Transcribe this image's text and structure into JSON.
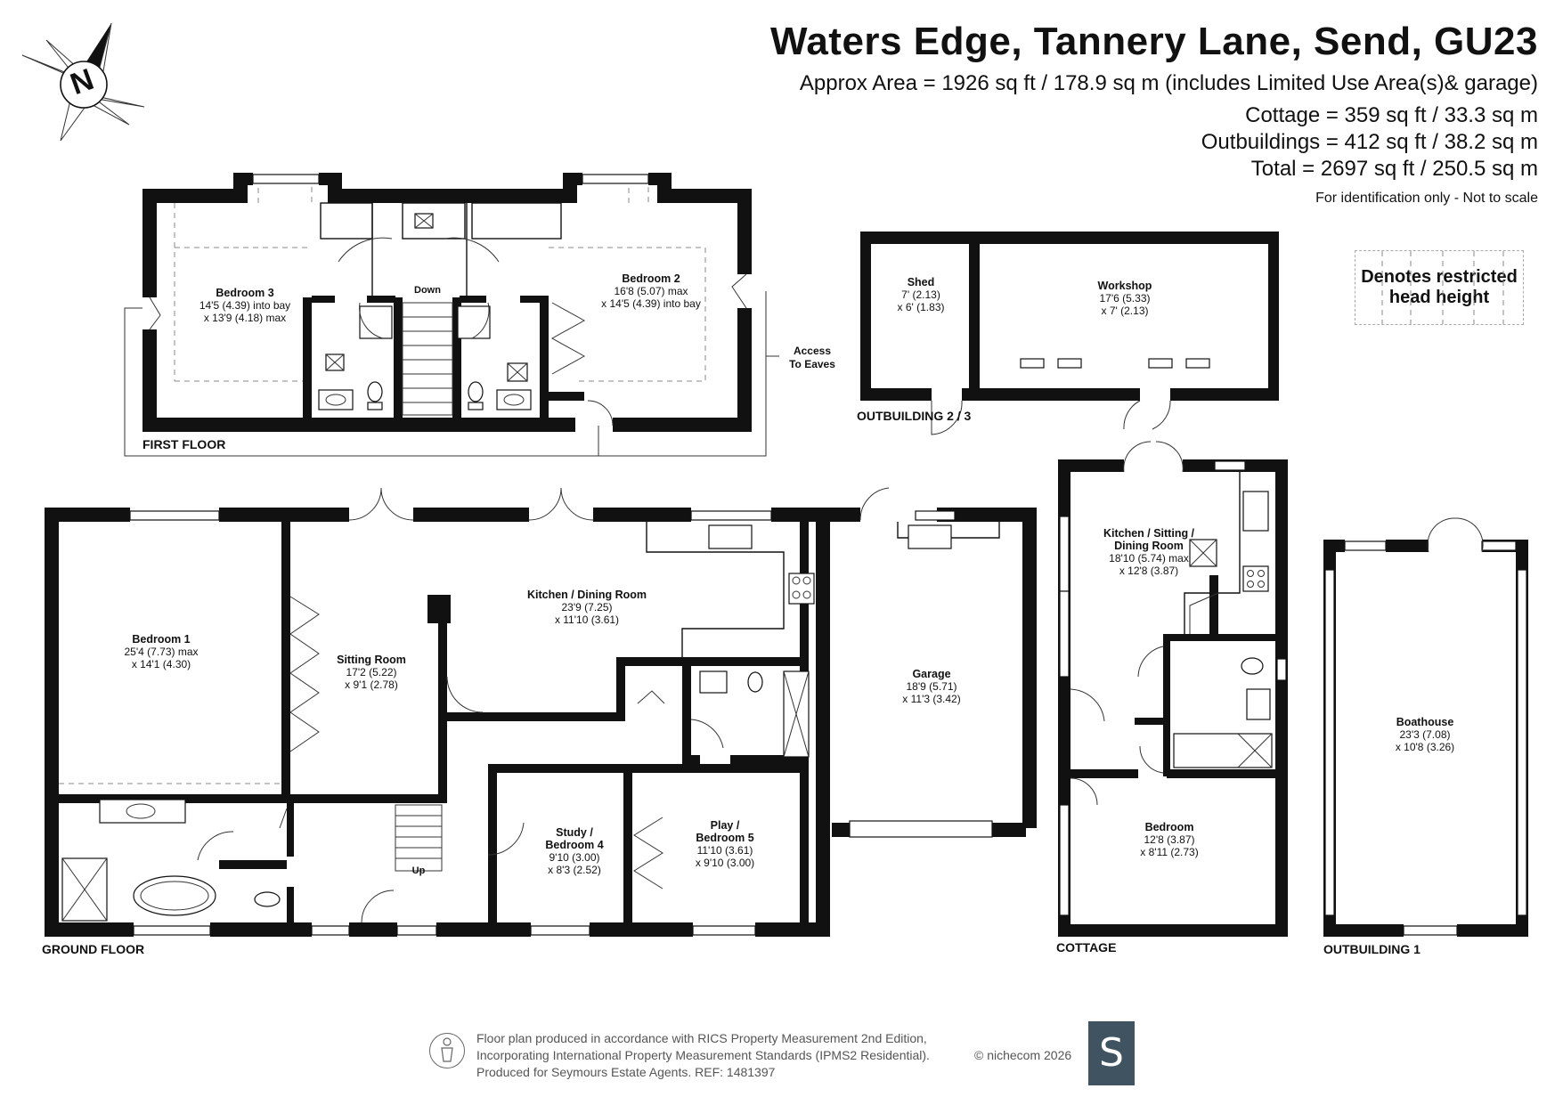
{
  "header": {
    "title": "Waters Edge, Tannery Lane, Send, GU23",
    "approx_area": "Approx Area = 1926 sq ft / 178.9 sq m (includes Limited Use Area(s)& garage)",
    "cottage": "Cottage = 359 sq ft / 33.3 sq m",
    "outbuildings": "Outbuildings = 412 sq ft / 38.2 sq m",
    "total": "Total = 2697 sq ft / 250.5 sq m",
    "disclaimer": "For identification only - Not to scale"
  },
  "compass": {
    "label": "N"
  },
  "legend": {
    "line1": "Denotes restricted",
    "line2": "head height"
  },
  "floors": {
    "first": "FIRST FLOOR",
    "ground": "GROUND FLOOR",
    "outbuilding23": "OUTBUILDING 2 / 3",
    "cottage": "COTTAGE",
    "outbuilding1": "OUTBUILDING 1"
  },
  "labels": {
    "down": "Down",
    "up": "Up",
    "access1": "Access",
    "access2": "To Eaves"
  },
  "rooms": {
    "bedroom3": {
      "name": "Bedroom 3",
      "dim1": "14'5 (4.39) into bay",
      "dim2": "x 13'9 (4.18) max"
    },
    "bedroom2": {
      "name": "Bedroom 2",
      "dim1": "16'8 (5.07) max",
      "dim2": "x 14'5 (4.39) into bay"
    },
    "shed": {
      "name": "Shed",
      "dim1": "7' (2.13)",
      "dim2": "x 6' (1.83)"
    },
    "workshop": {
      "name": "Workshop",
      "dim1": "17'6 (5.33)",
      "dim2": "x 7' (2.13)"
    },
    "bedroom1": {
      "name": "Bedroom 1",
      "dim1": "25'4 (7.73) max",
      "dim2": "x 14'1 (4.30)"
    },
    "sitting": {
      "name": "Sitting Room",
      "dim1": "17'2 (5.22)",
      "dim2": "x 9'1 (2.78)"
    },
    "kitchen": {
      "name": "Kitchen  / Dining Room",
      "dim1": "23'9 (7.25)",
      "dim2": "x 11'10 (3.61)"
    },
    "garage": {
      "name": "Garage",
      "dim1": "18'9 (5.71)",
      "dim2": "x 11'3 (3.42)"
    },
    "study": {
      "name": "Study /",
      "name2": "Bedroom 4",
      "dim1": "9'10 (3.00)",
      "dim2": "x 8'3 (2.52)"
    },
    "play": {
      "name": "Play /",
      "name2": "Bedroom 5",
      "dim1": "11'10 (3.61)",
      "dim2": "x 9'10 (3.00)"
    },
    "cottage_kitchen": {
      "name": "Kitchen / Sitting /",
      "name2": "Dining Room",
      "dim1": "18'10 (5.74) max",
      "dim2": "x 12'8 (3.87)"
    },
    "cottage_bedroom": {
      "name": "Bedroom",
      "dim1": "12'8 (3.87)",
      "dim2": "x 8'11 (2.73)"
    },
    "boathouse": {
      "name": "Boathouse",
      "dim1": "23'3 (7.08)",
      "dim2": "x 10'8 (3.26)"
    }
  },
  "footer": {
    "line1": "Floor plan produced in accordance with RICS Property Measurement 2nd Edition,",
    "line2": "Incorporating International Property Measurement Standards (IPMS2 Residential).",
    "line3": "Produced for Seymours Estate Agents.   REF: 1481397",
    "copyright": "© nichecom 2026",
    "logo": "S"
  }
}
